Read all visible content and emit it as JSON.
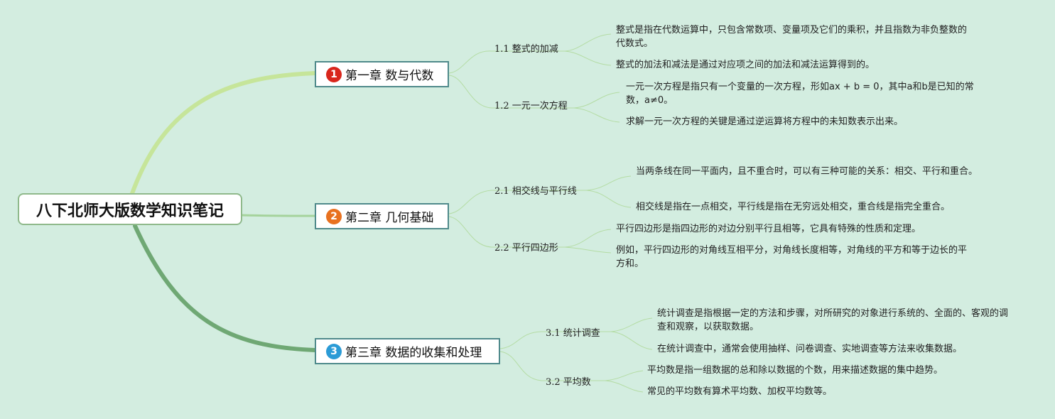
{
  "root": {
    "title": "八下北师大版数学知识笔记"
  },
  "colors": {
    "background": "#d3ede0",
    "branch_1": "#c6e59a",
    "branch_2": "#a5d39c",
    "branch_3": "#6fa874",
    "sub_line": "#b4dca4",
    "badge_1": "#d9261c",
    "badge_2": "#e8711f",
    "badge_3": "#2b9bd6"
  },
  "chapters": [
    {
      "badge": "1",
      "title": "第一章 数与代数",
      "sections": [
        {
          "title": "1.1 整式的加减",
          "notes": [
            "整式是指在代数运算中，只包含常数项、变量项及它们的乘积，并且指数为非负整数的代数式。",
            "整式的加法和减法是通过对应项之间的加法和减法运算得到的。"
          ]
        },
        {
          "title": "1.2 一元一次方程",
          "notes": [
            "一元一次方程是指只有一个变量的一次方程，形如ax + b = 0，其中a和b是已知的常数，a≠0。",
            "求解一元一次方程的关键是通过逆运算将方程中的未知数表示出来。"
          ]
        }
      ]
    },
    {
      "badge": "2",
      "title": "第二章 几何基础",
      "sections": [
        {
          "title": "2.1 相交线与平行线",
          "notes": [
            "当两条线在同一平面内，且不重合时，可以有三种可能的关系：相交、平行和重合。",
            "相交线是指在一点相交，平行线是指在无穷远处相交，重合线是指完全重合。"
          ]
        },
        {
          "title": "2.2 平行四边形",
          "notes": [
            "平行四边形是指四边形的对边分别平行且相等，它具有特殊的性质和定理。",
            "例如，平行四边形的对角线互相平分，对角线长度相等，对角线的平方和等于边长的平方和。"
          ]
        }
      ]
    },
    {
      "badge": "3",
      "title": "第三章 数据的收集和处理",
      "sections": [
        {
          "title": "3.1 统计调查",
          "notes": [
            "统计调查是指根据一定的方法和步骤，对所研究的对象进行系统的、全面的、客观的调查和观察，以获取数据。",
            "在统计调查中，通常会使用抽样、问卷调查、实地调查等方法来收集数据。"
          ]
        },
        {
          "title": "3.2 平均数",
          "notes": [
            "平均数是指一组数据的总和除以数据的个数，用来描述数据的集中趋势。",
            "常见的平均数有算术平均数、加权平均数等。"
          ]
        }
      ]
    }
  ]
}
